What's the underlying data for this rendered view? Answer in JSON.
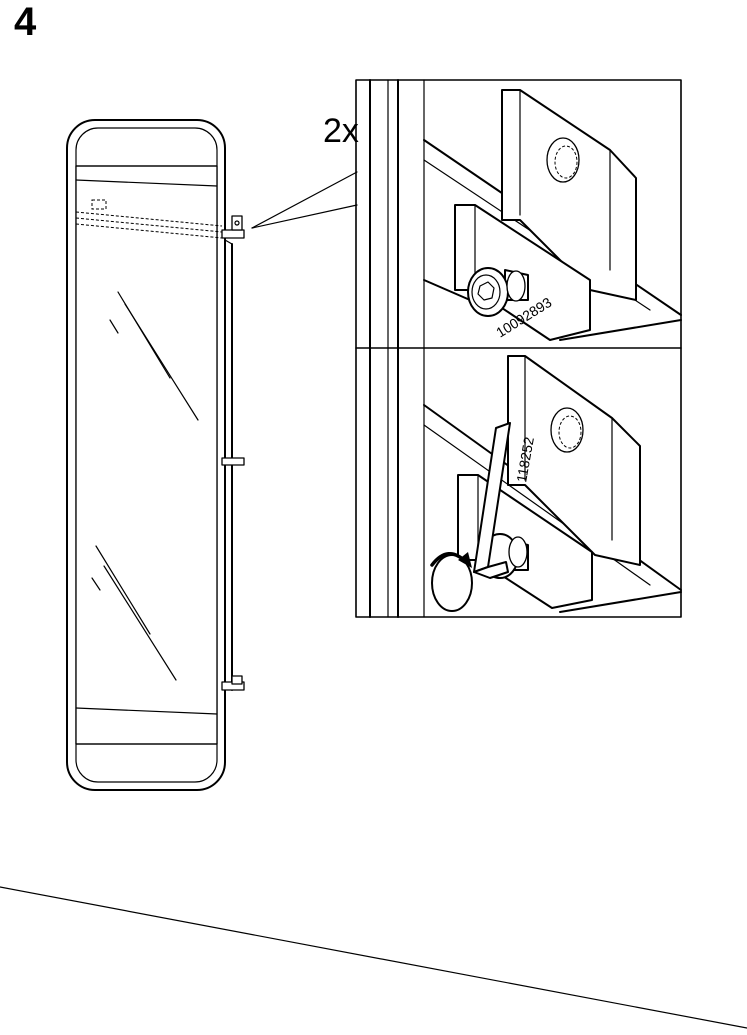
{
  "step": {
    "number": "4"
  },
  "detail": {
    "quantity": "2x",
    "part_screw": "10092893",
    "part_key": "118252"
  }
}
